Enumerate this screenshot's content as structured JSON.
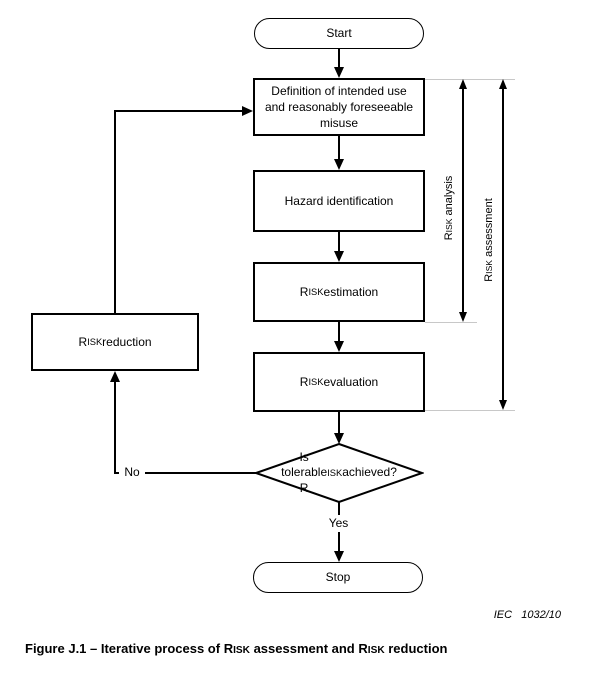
{
  "figure": {
    "caption": "Figure J.1 – Iterative process of RISK assessment and RISK reduction",
    "reference": "IEC   1032/10"
  },
  "flowchart": {
    "nodes": {
      "start": {
        "label": "Start",
        "shape": "terminator"
      },
      "definition": {
        "label": "Definition of intended use and reasonably foreseeable misuse",
        "shape": "process"
      },
      "hazard": {
        "label": "Hazard identification",
        "shape": "process"
      },
      "estimation": {
        "label": "RISK estimation",
        "shape": "process"
      },
      "evaluation": {
        "label": "RISK evaluation",
        "shape": "process"
      },
      "decision": {
        "label": "Is tolerable RISK achieved?",
        "shape": "decision"
      },
      "reduction": {
        "label": "RISK reduction",
        "shape": "process"
      },
      "stop": {
        "label": "Stop",
        "shape": "terminator"
      }
    },
    "edge_labels": {
      "yes": "Yes",
      "no": "No"
    },
    "brackets": {
      "analysis": {
        "label": "RISK analysis"
      },
      "assessment": {
        "label": "RISK assessment"
      }
    },
    "colors": {
      "line": "#000000",
      "tick_line": "#c8c8c8",
      "text": "#000000",
      "background": "#ffffff"
    }
  }
}
